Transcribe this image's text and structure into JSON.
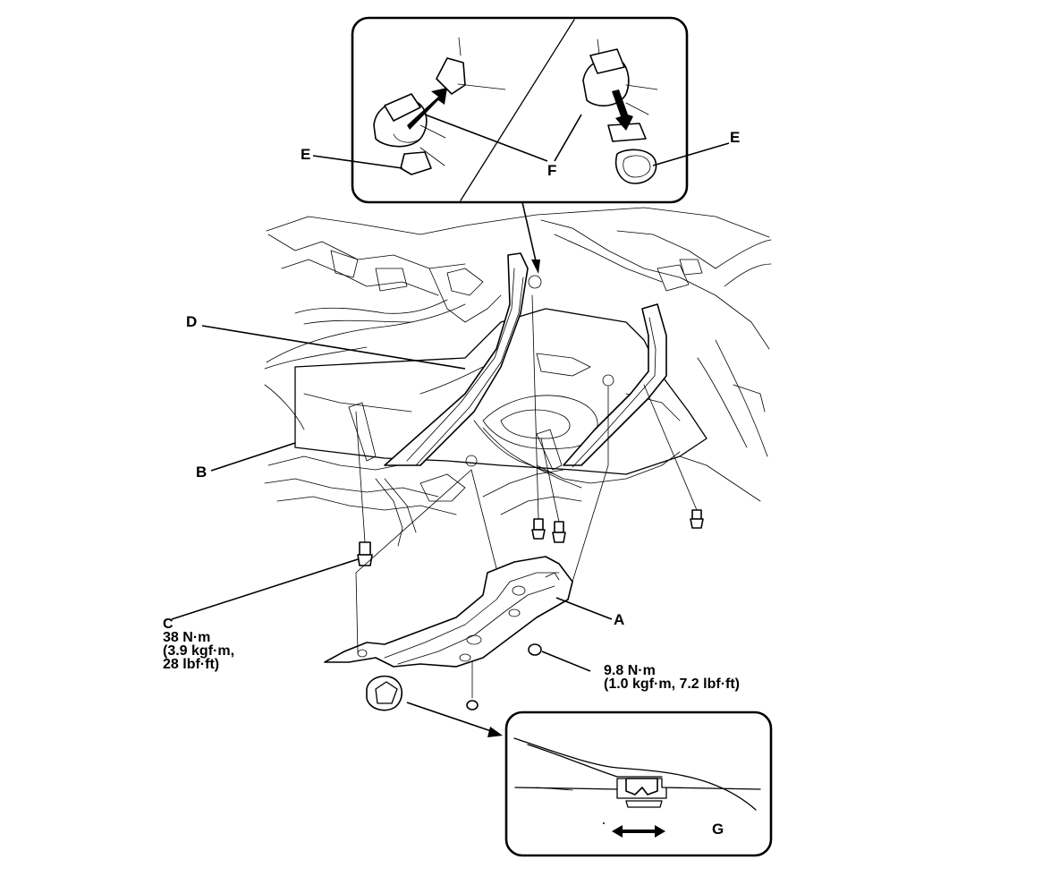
{
  "callouts": {
    "A": "A",
    "B": "B",
    "C": "C",
    "D": "D",
    "E_left": "E",
    "E_right": "E",
    "F": "F",
    "G": "G"
  },
  "torque_c": {
    "line1": "38 N·m",
    "line2": "(3.9 kgf·m,",
    "line3": "28 lbf·ft)"
  },
  "torque_nut": {
    "line1": "9.8 N·m",
    "line2": "(1.0 kgf·m, 7.2 lbf·ft)"
  }
}
